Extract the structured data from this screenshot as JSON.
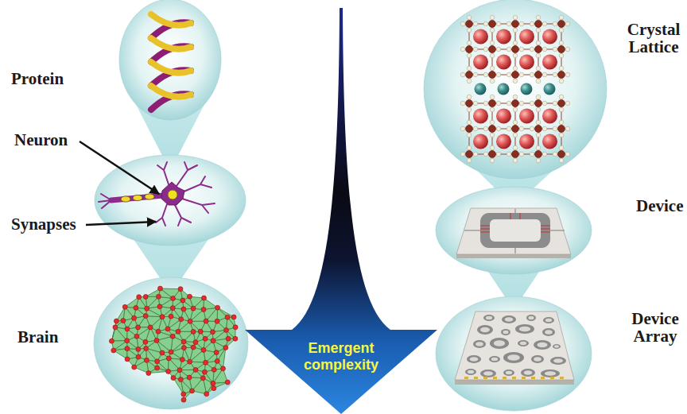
{
  "diagram": {
    "nodes": [
      {
        "text": [
          "Emergent complexity"
        ]
      }
    ],
    "labels": [
      "Protein",
      "Neuron",
      "Synapses",
      "Brain",
      "Crystal Lattice",
      "Device",
      "Device Array"
    ]
  }
}
